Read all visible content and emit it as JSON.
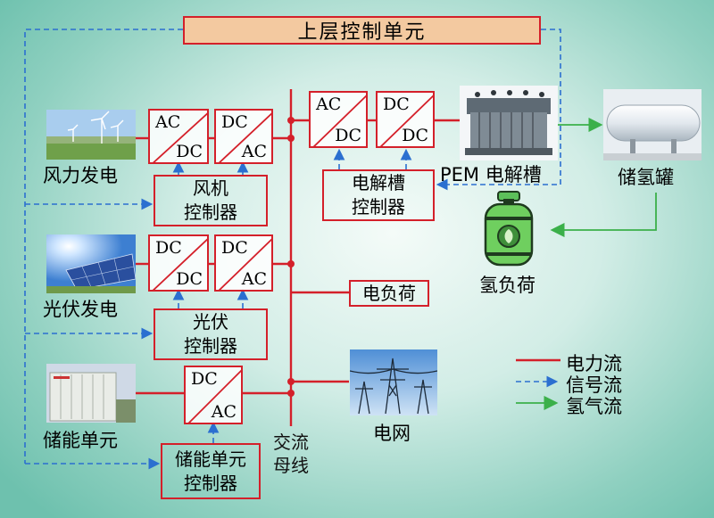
{
  "title": "上层控制单元",
  "sources": {
    "wind": {
      "label": "风力发电",
      "controller": "风机控制器",
      "conv1": [
        "AC",
        "DC"
      ],
      "conv2": [
        "DC",
        "AC"
      ]
    },
    "pv": {
      "label": "光伏发电",
      "controller": "光伏控制器",
      "conv1": [
        "DC",
        "DC"
      ],
      "conv2": [
        "DC",
        "AC"
      ]
    },
    "storage": {
      "label": "储能单元",
      "controller": "储能单元控制器",
      "conv1": [
        "DC",
        "AC"
      ]
    }
  },
  "electrolyzer": {
    "label": "PEM 电解槽",
    "controller": "电解槽控制器",
    "conv1": [
      "AC",
      "DC"
    ],
    "conv2": [
      "DC",
      "DC"
    ]
  },
  "h2_tank": "储氢罐",
  "h2_load": "氢负荷",
  "elec_load": "电负荷",
  "grid": "电网",
  "bus": "交流母线",
  "legend": [
    {
      "label": "电力流",
      "color": "#d4202a",
      "style": "solid"
    },
    {
      "label": "信号流",
      "color": "#2b6fd0",
      "style": "dashed"
    },
    {
      "label": "氢气流",
      "color": "#3bb04a",
      "style": "solid"
    }
  ],
  "colors": {
    "power": "#d4202a",
    "signal": "#2b6fd0",
    "hydrogen": "#3bb04a",
    "title_bg": "#f3c9a0"
  },
  "icons": [
    "wind-turbine-icon",
    "solar-panel-icon",
    "battery-container-icon",
    "electrolyzer-icon",
    "hydrogen-tank-icon",
    "gas-cylinder-icon",
    "power-tower-icon"
  ]
}
